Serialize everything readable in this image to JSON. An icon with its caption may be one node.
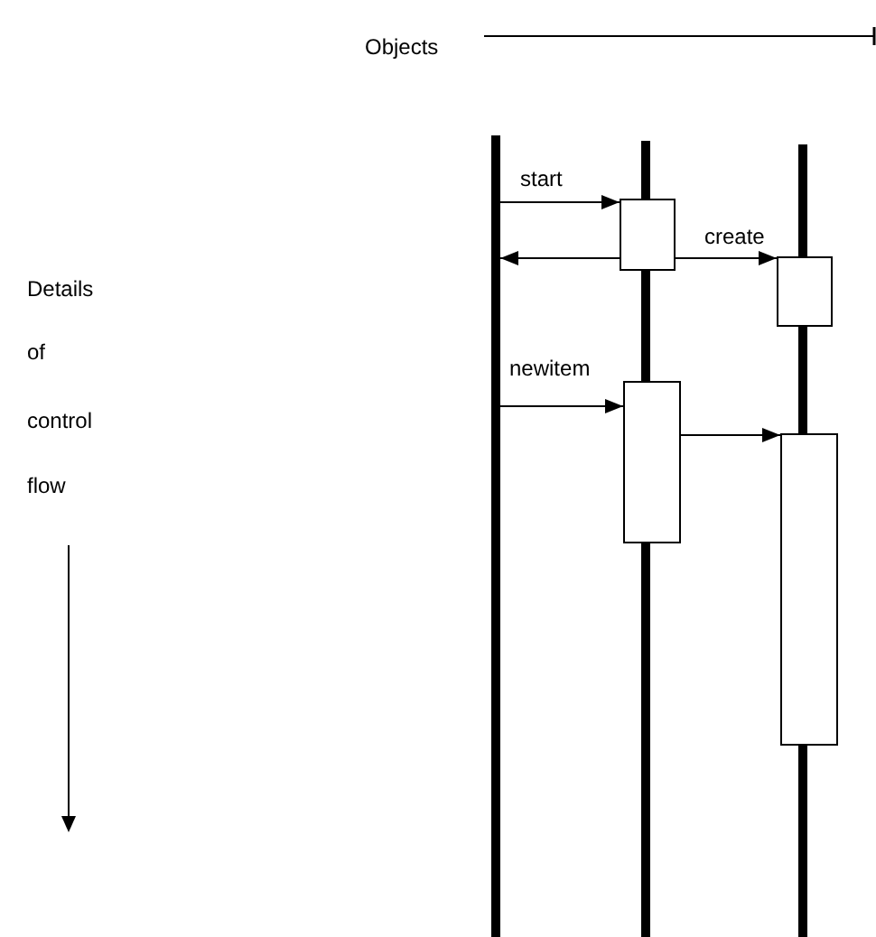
{
  "diagram": {
    "nodes": [
      {
        "text": [],
        "shape": "bar"
      },
      {
        "text": [],
        "shape": "bar"
      },
      {
        "text": [],
        "shape": "bar"
      },
      {
        "text": [],
        "shape": "box"
      },
      {
        "text": [],
        "shape": "box"
      },
      {
        "text": [],
        "shape": "box"
      },
      {
        "text": [],
        "shape": "box"
      }
    ],
    "edges": [
      {
        "from": 0,
        "to": 3,
        "arrow": "to",
        "label": "start"
      },
      {
        "from": 3,
        "to": 0,
        "arrow": "to"
      },
      {
        "from": 3,
        "to": 4,
        "arrow": "to",
        "label": "create"
      },
      {
        "from": 0,
        "to": 5,
        "arrow": "to",
        "label": "newitem"
      },
      {
        "from": 5,
        "to": 6,
        "arrow": "to"
      }
    ],
    "labels": [
      "Objects",
      "Details",
      "of",
      "control",
      "flow"
    ]
  }
}
